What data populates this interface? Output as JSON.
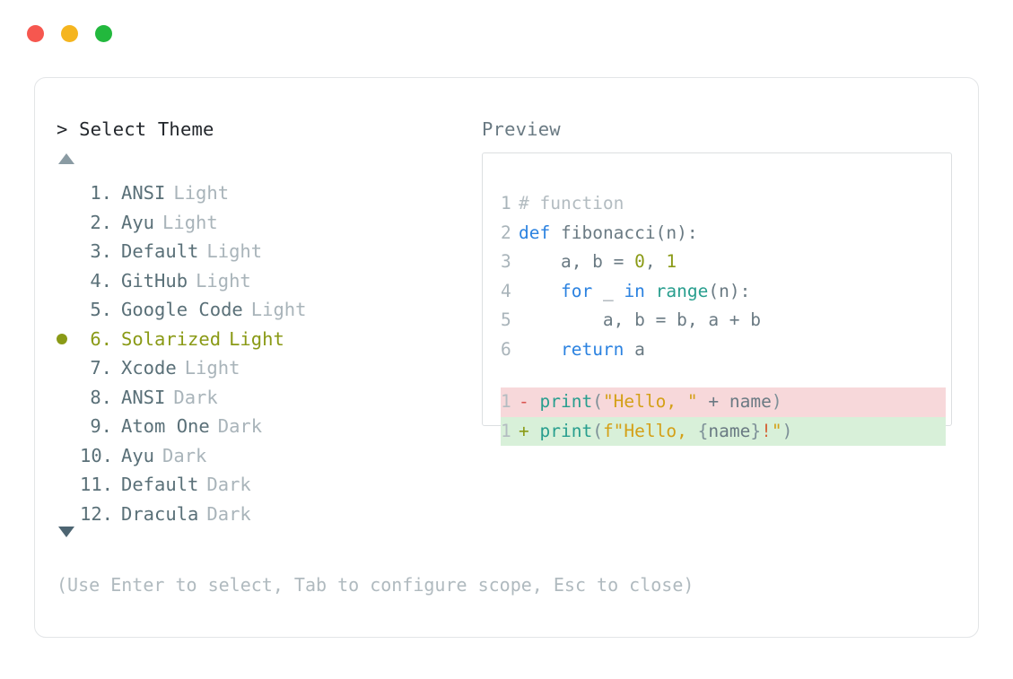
{
  "window": {
    "dots": [
      {
        "name": "close-dot",
        "color": "#f6574f"
      },
      {
        "name": "minimize-dot",
        "color": "#f5b51f"
      },
      {
        "name": "maximize-dot",
        "color": "#22b83d"
      }
    ]
  },
  "left_panel": {
    "prompt": "> Select Theme",
    "scroll_up_icon": "triangle-up-icon",
    "scroll_down_icon": "triangle-down-icon",
    "selected_index": 6,
    "selection_bullet_color": "#8a9a16",
    "items": [
      {
        "index": "1.",
        "name": "ANSI",
        "variant": "Light",
        "selected": false
      },
      {
        "index": "2.",
        "name": "Ayu",
        "variant": "Light",
        "selected": false
      },
      {
        "index": "3.",
        "name": "Default",
        "variant": "Light",
        "selected": false
      },
      {
        "index": "4.",
        "name": "GitHub",
        "variant": "Light",
        "selected": false
      },
      {
        "index": "5.",
        "name": "Google Code",
        "variant": "Light",
        "selected": false
      },
      {
        "index": "6.",
        "name": "Solarized",
        "variant": "Light",
        "selected": true
      },
      {
        "index": "7.",
        "name": "Xcode",
        "variant": "Light",
        "selected": false
      },
      {
        "index": "8.",
        "name": "ANSI",
        "variant": "Dark",
        "selected": false
      },
      {
        "index": "9.",
        "name": "Atom One",
        "variant": "Dark",
        "selected": false
      },
      {
        "index": "10.",
        "name": "Ayu",
        "variant": "Dark",
        "selected": false
      },
      {
        "index": "11.",
        "name": "Default",
        "variant": "Dark",
        "selected": false
      },
      {
        "index": "12.",
        "name": "Dracula",
        "variant": "Dark",
        "selected": false
      }
    ]
  },
  "right_panel": {
    "title": "Preview",
    "code": [
      {
        "lineno": "1",
        "tokens": [
          {
            "t": "# function",
            "c": "tk-comment"
          }
        ]
      },
      {
        "lineno": "2",
        "tokens": [
          {
            "t": "def",
            "c": "tk-keyword"
          },
          {
            "t": " ",
            "c": "tk-plain"
          },
          {
            "t": "fibonacci",
            "c": "tk-fn"
          },
          {
            "t": "(n):",
            "c": "tk-plain"
          }
        ]
      },
      {
        "lineno": "3",
        "tokens": [
          {
            "t": "    a, b = ",
            "c": "tk-plain"
          },
          {
            "t": "0",
            "c": "tk-num"
          },
          {
            "t": ", ",
            "c": "tk-plain"
          },
          {
            "t": "1",
            "c": "tk-num"
          }
        ]
      },
      {
        "lineno": "4",
        "tokens": [
          {
            "t": "    ",
            "c": "tk-plain"
          },
          {
            "t": "for",
            "c": "tk-keyword"
          },
          {
            "t": " _ ",
            "c": "tk-plain"
          },
          {
            "t": "in",
            "c": "tk-keyword"
          },
          {
            "t": " ",
            "c": "tk-plain"
          },
          {
            "t": "range",
            "c": "tk-builtin"
          },
          {
            "t": "(n):",
            "c": "tk-plain"
          }
        ]
      },
      {
        "lineno": "5",
        "tokens": [
          {
            "t": "        a, b = b, a + b",
            "c": "tk-plain"
          }
        ]
      },
      {
        "lineno": "6",
        "tokens": [
          {
            "t": "    ",
            "c": "tk-plain"
          },
          {
            "t": "return",
            "c": "tk-keyword"
          },
          {
            "t": " a",
            "c": "tk-plain"
          }
        ]
      }
    ],
    "diff": [
      {
        "lineno": "1",
        "kind": "del",
        "marker": "-",
        "background": "#f7d8da",
        "tokens": [
          {
            "t": "print",
            "c": "tk-builtin"
          },
          {
            "t": "(",
            "c": "tk-punct"
          },
          {
            "t": "\"Hello, \"",
            "c": "tk-string"
          },
          {
            "t": " + ",
            "c": "tk-plain"
          },
          {
            "t": "name",
            "c": "tk-plain"
          },
          {
            "t": ")",
            "c": "tk-punct"
          }
        ]
      },
      {
        "lineno": "1",
        "kind": "add",
        "marker": "+",
        "background": "#d8f0d9",
        "tokens": [
          {
            "t": "print",
            "c": "tk-builtin"
          },
          {
            "t": "(",
            "c": "tk-punct"
          },
          {
            "t": "f\"Hello, ",
            "c": "tk-string"
          },
          {
            "t": "{",
            "c": "tk-brace"
          },
          {
            "t": "name",
            "c": "tk-plain"
          },
          {
            "t": "}",
            "c": "tk-brace"
          },
          {
            "t": "!",
            "c": "tk-bang"
          },
          {
            "t": "\"",
            "c": "tk-string"
          },
          {
            "t": ")",
            "c": "tk-punct"
          }
        ]
      }
    ]
  },
  "footer": {
    "hint": "(Use Enter to select, Tab to configure scope, Esc to close)"
  }
}
